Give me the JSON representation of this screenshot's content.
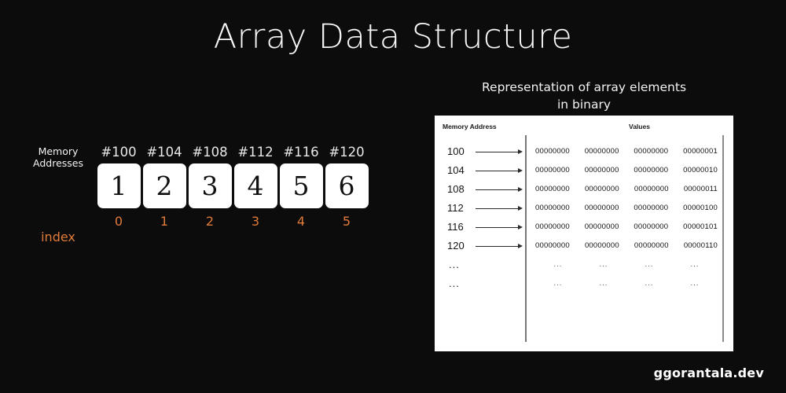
{
  "page": {
    "title": "Array Data Structure",
    "background_color": "#0c0c0c",
    "accent_color": "#e07b39",
    "brand": "ggorantala.dev"
  },
  "array_diagram": {
    "memory_label_line1": "Memory",
    "memory_label_line2": "Addresses",
    "index_label": "index",
    "cells": [
      {
        "address": "#100",
        "value": "1",
        "index": "0"
      },
      {
        "address": "#104",
        "value": "2",
        "index": "1"
      },
      {
        "address": "#108",
        "value": "3",
        "index": "2"
      },
      {
        "address": "#112",
        "value": "4",
        "index": "3"
      },
      {
        "address": "#116",
        "value": "5",
        "index": "4"
      },
      {
        "address": "#120",
        "value": "6",
        "index": "5"
      }
    ]
  },
  "binary_panel": {
    "title_line1": "Representation of array elements",
    "title_line2": "in binary",
    "header_address": "Memory Address",
    "header_values": "Values",
    "rows": [
      {
        "address": "100",
        "b1": "00000000",
        "b2": "00000000",
        "b3": "00000000",
        "b4": "00000001"
      },
      {
        "address": "104",
        "b1": "00000000",
        "b2": "00000000",
        "b3": "00000000",
        "b4": "00000010"
      },
      {
        "address": "108",
        "b1": "00000000",
        "b2": "00000000",
        "b3": "00000000",
        "b4": "00000011"
      },
      {
        "address": "112",
        "b1": "00000000",
        "b2": "00000000",
        "b3": "00000000",
        "b4": "00000100"
      },
      {
        "address": "116",
        "b1": "00000000",
        "b2": "00000000",
        "b3": "00000000",
        "b4": "00000101"
      },
      {
        "address": "120",
        "b1": "00000000",
        "b2": "00000000",
        "b3": "00000000",
        "b4": "00000110"
      },
      {
        "address": "...",
        "b1": "...",
        "b2": "...",
        "b3": "...",
        "b4": "..."
      },
      {
        "address": "...",
        "b1": "...",
        "b2": "...",
        "b3": "...",
        "b4": "..."
      }
    ]
  }
}
